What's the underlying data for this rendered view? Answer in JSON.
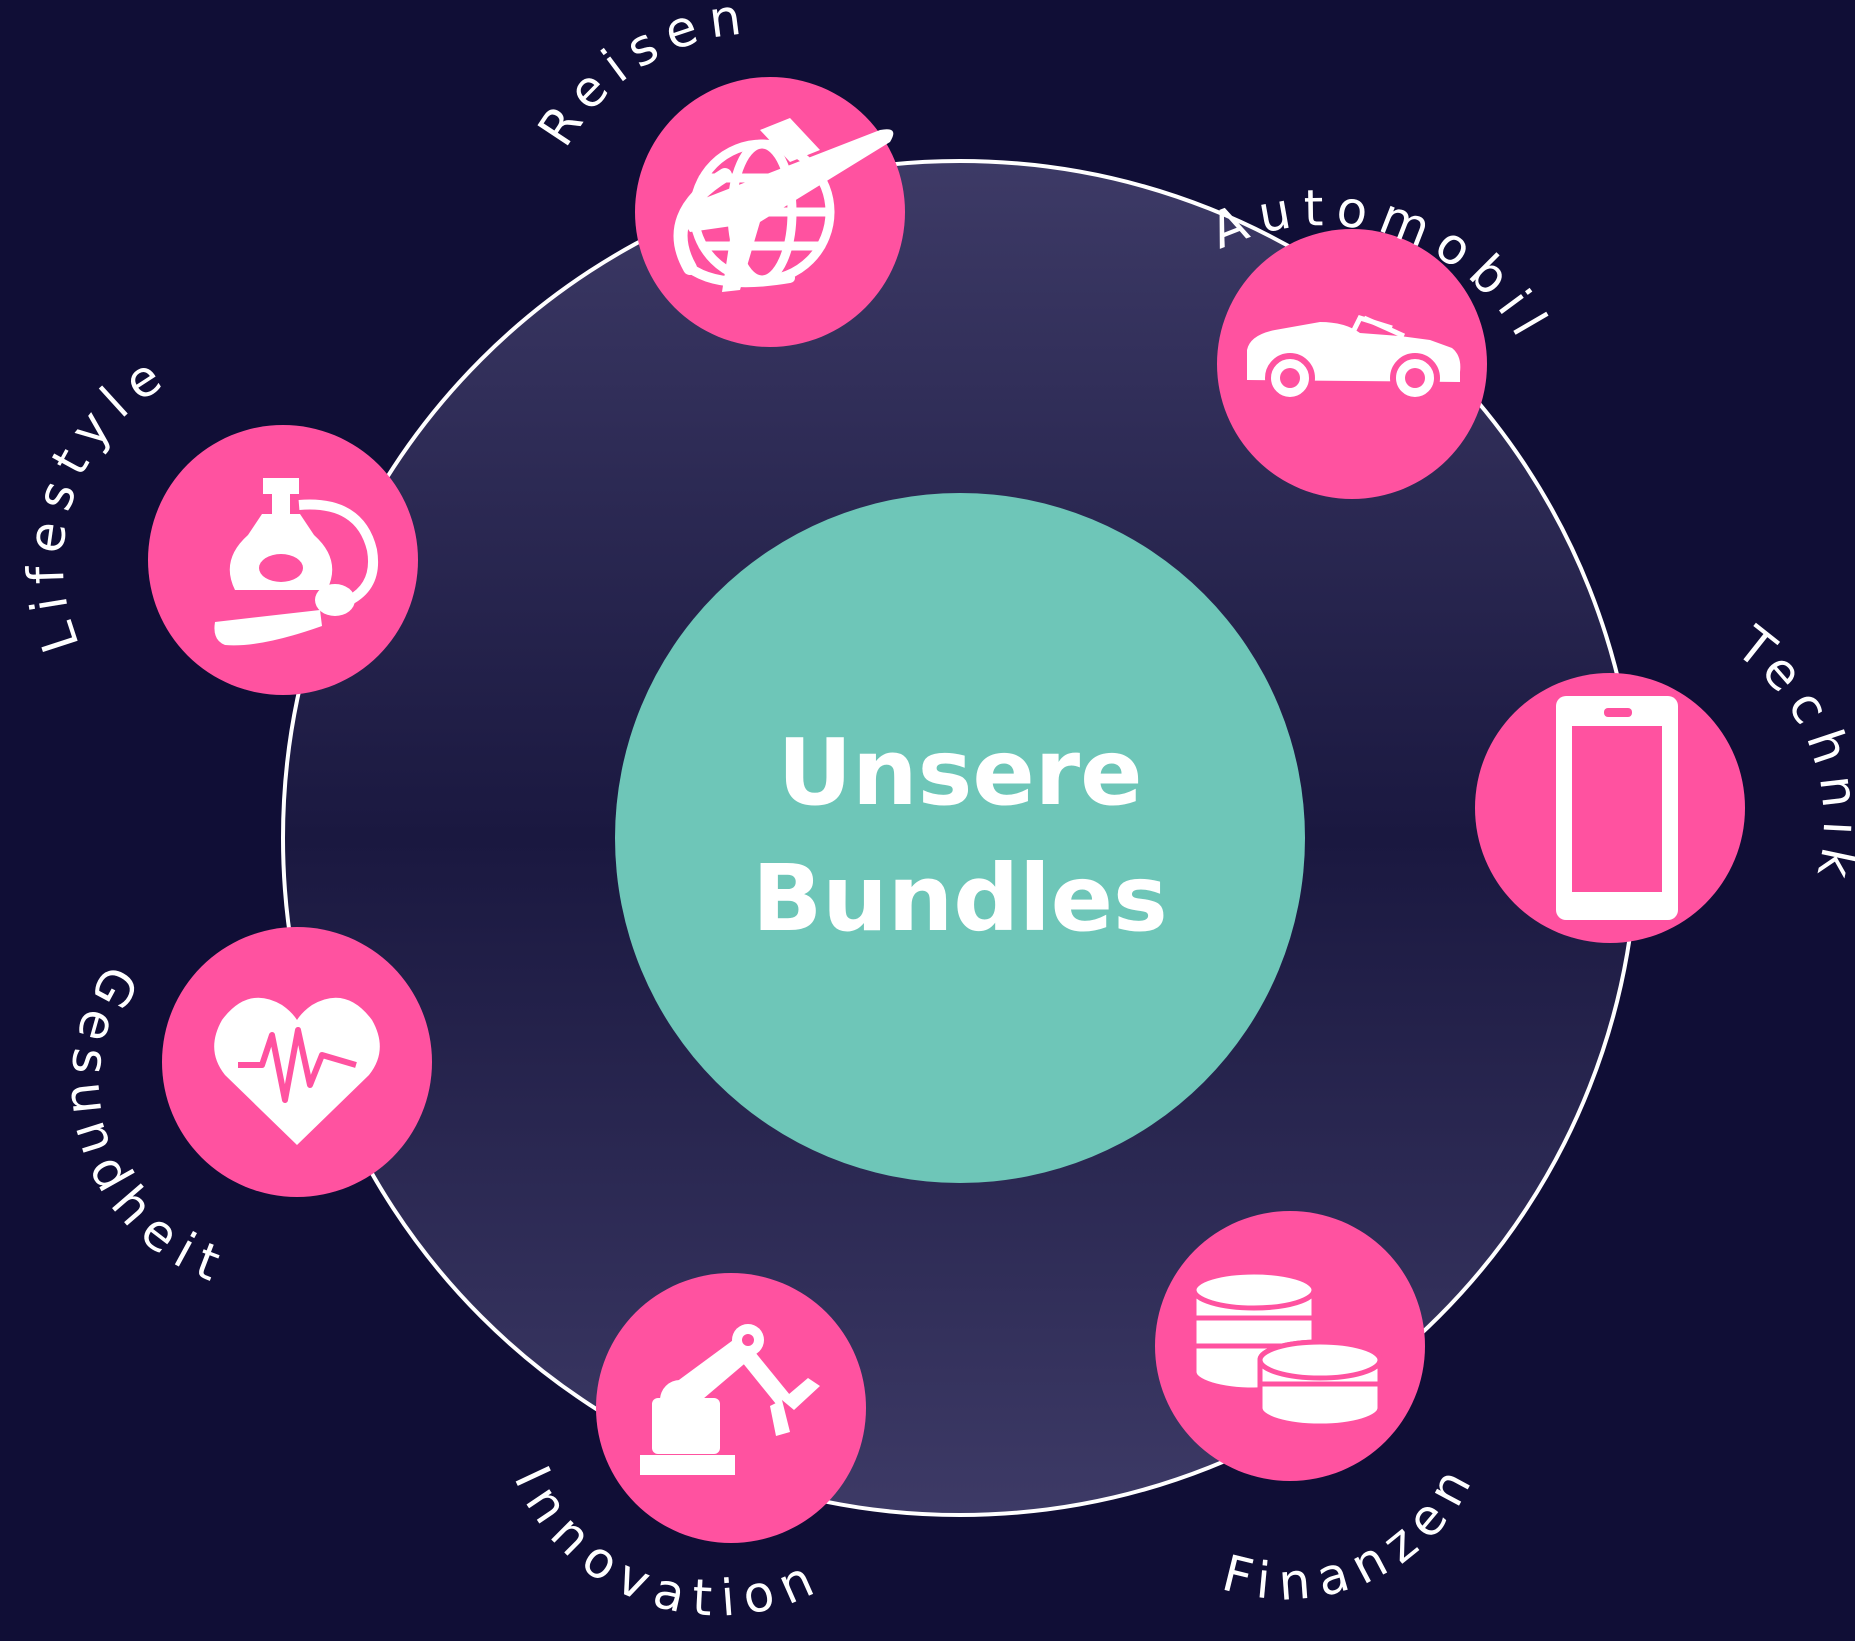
{
  "title": {
    "line1": "Unsere",
    "line2": "Bundles"
  },
  "colors": {
    "background": "#100e36",
    "ring_fill_edge": "#3d3a66",
    "ring_fill_middle": "#1a1840",
    "ring_stroke": "#ffffff",
    "center": "#6ec6b8",
    "node": "#ff52a0",
    "icon": "#ffffff"
  },
  "bundles": [
    {
      "label": "Reisen",
      "icon": "globe-airplane-icon"
    },
    {
      "label": "Automobil",
      "icon": "convertible-car-icon"
    },
    {
      "label": "Technik",
      "icon": "smartphone-icon"
    },
    {
      "label": "Finanzen",
      "icon": "coin-stacks-icon"
    },
    {
      "label": "Innovation",
      "icon": "robot-arm-icon"
    },
    {
      "label": "Gesundheit",
      "icon": "heartbeat-icon"
    },
    {
      "label": "Lifestyle",
      "icon": "perfume-bottle-icon"
    }
  ]
}
